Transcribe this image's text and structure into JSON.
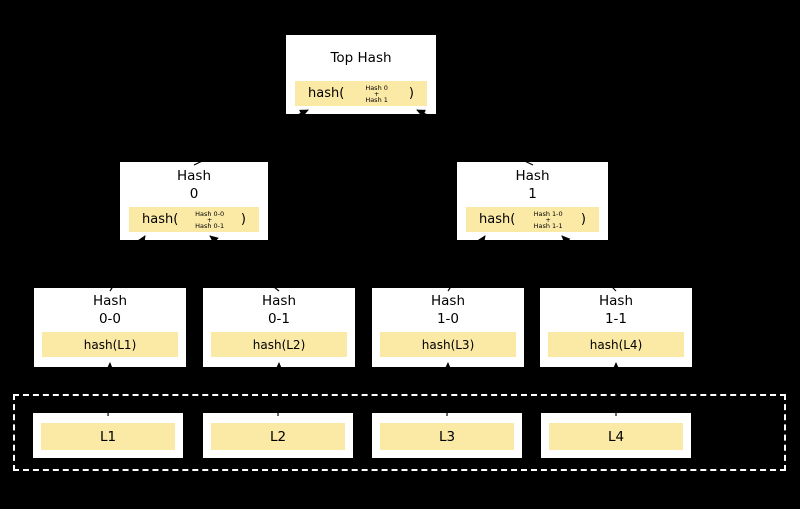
{
  "colors": {
    "background": "#000000",
    "node_background": "#ffffff",
    "highlight": "#FBE9A6",
    "arrow": "#000000",
    "data_blocks_border": "#ffffff"
  },
  "tree": {
    "root": {
      "title": "Top Hash",
      "func_open": "hash(",
      "func_close": ")",
      "args": [
        "Hash 0",
        "+",
        "Hash 1"
      ]
    },
    "internal": [
      {
        "title": [
          "Hash",
          "0"
        ],
        "func_open": "hash(",
        "func_close": ")",
        "args": [
          "Hash 0-0",
          "+",
          "Hash 0-1"
        ]
      },
      {
        "title": [
          "Hash",
          "1"
        ],
        "func_open": "hash(",
        "func_close": ")",
        "args": [
          "Hash 1-0",
          "+",
          "Hash 1-1"
        ]
      }
    ],
    "leaf_hashes": [
      {
        "title": [
          "Hash",
          "0-0"
        ],
        "value": "hash(L1)"
      },
      {
        "title": [
          "Hash",
          "0-1"
        ],
        "value": "hash(L2)"
      },
      {
        "title": [
          "Hash",
          "1-0"
        ],
        "value": "hash(L3)"
      },
      {
        "title": [
          "Hash",
          "1-1"
        ],
        "value": "hash(L4)"
      }
    ],
    "data_blocks": [
      "L1",
      "L2",
      "L3",
      "L4"
    ]
  }
}
